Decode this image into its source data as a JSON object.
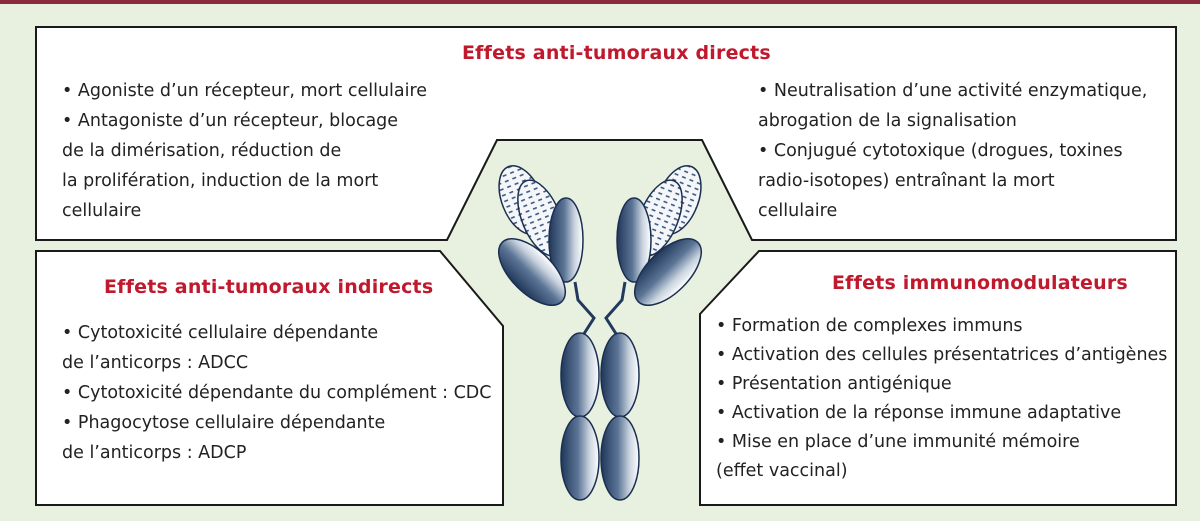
{
  "panels": {
    "direct": {
      "title": "Effets anti-tumoraux directs",
      "left": [
        "• Agoniste d’un récepteur, mort cellulaire",
        "• Antagoniste d’un récepteur, blocage",
        "de la dimérisation, réduction de",
        "la prolifération, induction de la mort",
        "cellulaire"
      ],
      "right": [
        "• Neutralisation d’une activité enzymatique,",
        "abrogation de la signalisation",
        "• Conjugué cytotoxique (drogues, toxines",
        "radio-isotopes) entraînant la mort",
        "cellulaire"
      ]
    },
    "indirect": {
      "title": "Effets anti-tumoraux indirects",
      "lines": [
        "• Cytotoxicité cellulaire dépendante",
        "de l’anticorps : ADCC",
        "• Cytotoxicité dépendante du complément : CDC",
        "• Phagocytose cellulaire dépendante",
        "de l’anticorps : ADCP"
      ]
    },
    "immuno": {
      "title": "Effets immunomodulateurs",
      "lines": [
        "• Formation de complexes immuns",
        "• Activation des cellules présentatrices d’antigènes",
        "• Présentation antigénique",
        "• Activation de la réponse immune adaptative",
        "• Mise en place d’une immunité mémoire",
        "(effet vaccinal)"
      ]
    }
  },
  "colors": {
    "top_bar": "#8b2a3d",
    "background": "#e8f0df",
    "title": "#c0182d",
    "domain_blue": "#3d5a80"
  }
}
